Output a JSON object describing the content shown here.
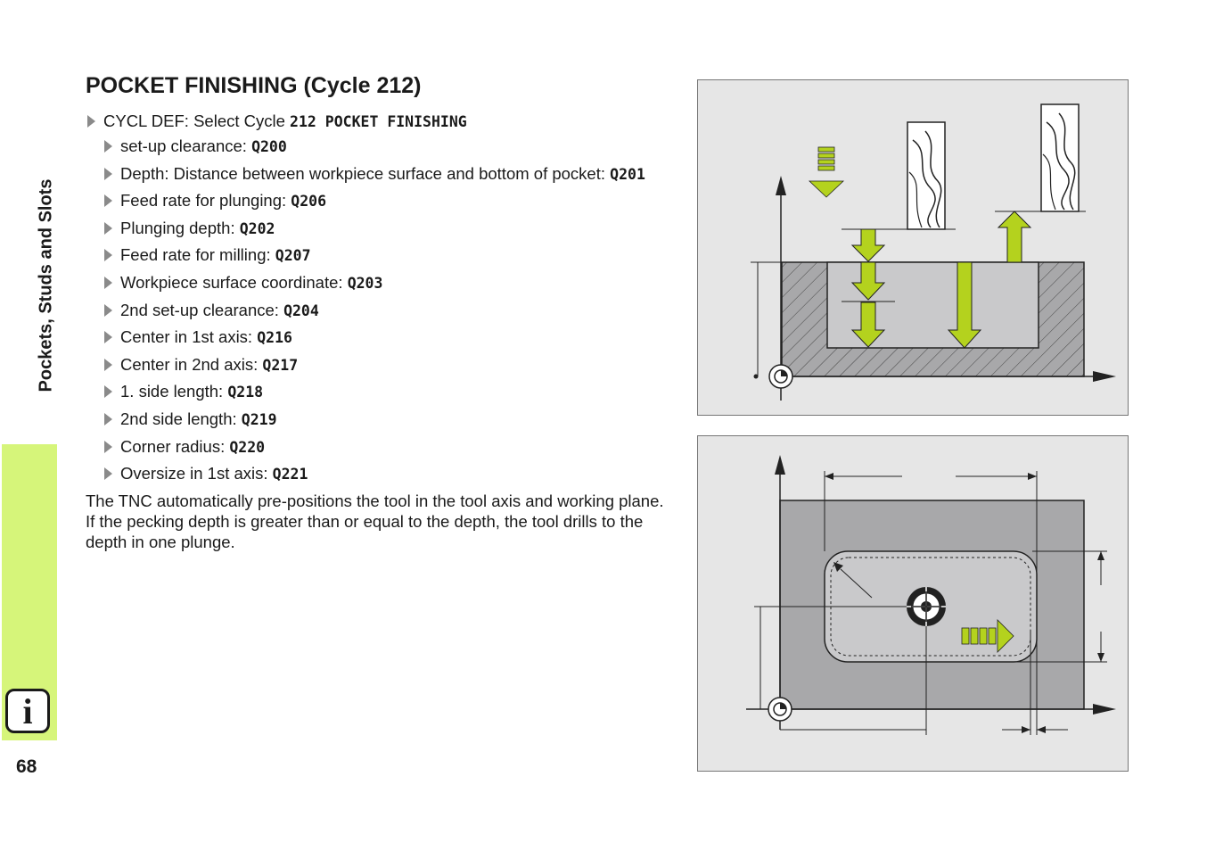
{
  "sidebar": {
    "chapter_title": "Pockets, Studs and Slots",
    "info_icon_glyph": "i",
    "page_number": "68",
    "tab_color": "#d6f57a"
  },
  "main": {
    "title": "POCKET FINISHING (Cycle 212)",
    "cycle_def": {
      "text": "CYCL DEF: Select Cycle ",
      "code": "212 POCKET FINISHING"
    },
    "parameters": [
      {
        "label": "set-up clearance: ",
        "code": "Q200"
      },
      {
        "label": "Depth: Distance between workpiece surface and bottom of pocket: ",
        "code": "Q201"
      },
      {
        "label": "Feed rate for plunging: ",
        "code": "Q206"
      },
      {
        "label": "Plunging depth: ",
        "code": "Q202"
      },
      {
        "label": "Feed rate for milling: ",
        "code": "Q207"
      },
      {
        "label": "Workpiece surface coordinate: ",
        "code": "Q203"
      },
      {
        "label": "2nd set-up clearance: ",
        "code": "Q204"
      },
      {
        "label": "Center in 1st axis: ",
        "code": "Q216"
      },
      {
        "label": "Center in 2nd axis: ",
        "code": "Q217"
      },
      {
        "label": "1. side length: ",
        "code": "Q218"
      },
      {
        "label": "2nd side length: ",
        "code": "Q219"
      },
      {
        "label": "Corner radius: ",
        "code": "Q220"
      },
      {
        "label": "Oversize in 1st axis: ",
        "code": "Q221"
      }
    ],
    "paragraph": "The TNC automatically pre-positions the tool in the tool axis and working plane. If the pecking depth is greater than or equal to the depth, the tool drills to the depth in one plunge."
  },
  "colors": {
    "figure_bg": "#e6e6e6",
    "arrow_green": "#b4d21e",
    "workpiece_gray": "#a8a8aa",
    "pocket_gray": "#c9c9cb",
    "bullet_gray": "#8a8a8a"
  }
}
